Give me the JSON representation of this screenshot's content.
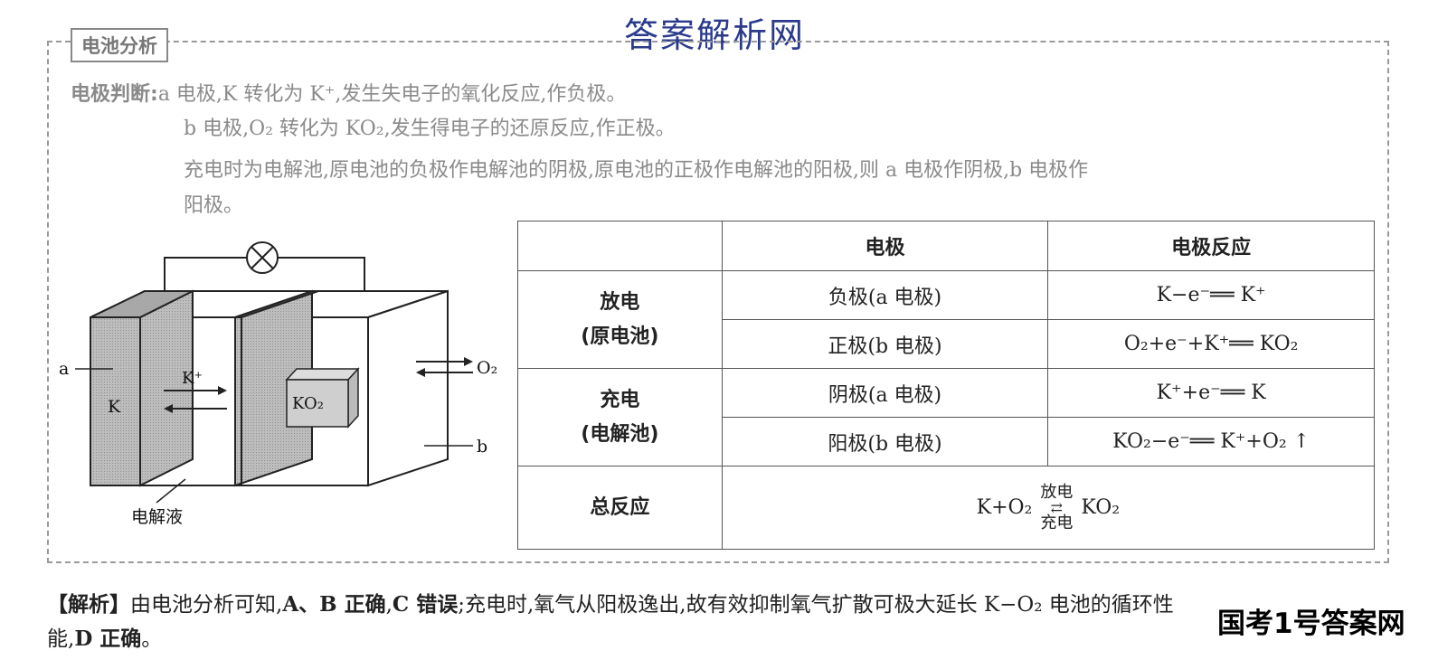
{
  "watermark_top": "答案解析网",
  "watermark_bottom": "国考1号答案网",
  "section_title": "电池分析",
  "electrode_judgment": {
    "label": "电极判断:",
    "line1": "a 电极,K 转化为 K⁺,发生失电子的氧化反应,作负极。",
    "line2": "b 电极,O₂ 转化为 KO₂,发生得电子的还原反应,作正极。",
    "line3": "充电时为电解池,原电池的负极作电解池的阴极,原电池的正极作电解池的阳极,则 a 电极作阴极,b 电极作",
    "line4": "阳极。"
  },
  "diagram": {
    "label_a": "a",
    "label_b": "b",
    "label_K": "K",
    "label_Kion": "K⁺",
    "label_KO2": "KO₂",
    "label_O2": "O₂",
    "label_electrolyte": "电解液"
  },
  "table": {
    "headers": [
      "",
      "电极",
      "电极反应"
    ],
    "groups": [
      {
        "name1": "放电",
        "name2": "(原电池)",
        "rows": [
          {
            "electrode": "负极(a 电极)",
            "reaction": "K−e⁻══ K⁺"
          },
          {
            "electrode": "正极(b 电极)",
            "reaction": "O₂+e⁻+K⁺══ KO₂"
          }
        ]
      },
      {
        "name1": "充电",
        "name2": "(电解池)",
        "rows": [
          {
            "electrode": "阴极(a 电极)",
            "reaction": "K⁺+e⁻══ K"
          },
          {
            "electrode": "阳极(b 电极)",
            "reaction": "KO₂−e⁻══ K⁺+O₂ ↑"
          }
        ]
      }
    ],
    "total_label": "总反应",
    "total_left": "K+O₂",
    "total_top": "放电",
    "total_bottom": "充电",
    "total_right": "KO₂"
  },
  "analysis": {
    "tag": "【解析】",
    "part1": "由电池分析可知,",
    "ab": "A、B 正确",
    "comma": ",",
    "c": "C 错误",
    "part2": ";充电时,氧气从阳极逸出,故有效抑制氧气扩散可极大延长 K−O₂ 电池的循环性",
    "part3": "能,",
    "d": "D 正确",
    "end": "。"
  }
}
